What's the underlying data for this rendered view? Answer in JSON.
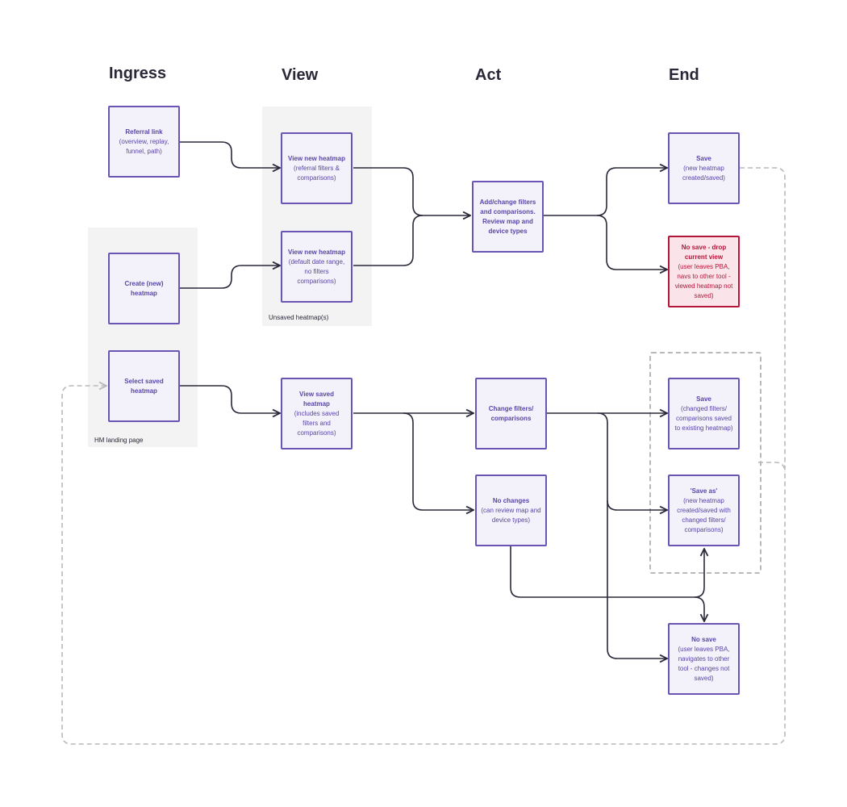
{
  "headings": {
    "ingress": "Ingress",
    "view": "View",
    "act": "Act",
    "end": "End"
  },
  "groups": {
    "unsaved": "Unsaved heatmap(s)",
    "landing": "HM landing page"
  },
  "nodes": {
    "referral": {
      "title": "Referral link",
      "desc": "(overview, replay, funnel, path)"
    },
    "create": {
      "title": "Create (new) heatmap",
      "desc": ""
    },
    "select_saved": {
      "title": "Select saved heatmap",
      "desc": ""
    },
    "view_new_referral": {
      "title": "View new heatmap",
      "desc": "(referral filters & comparisons)"
    },
    "view_new_default": {
      "title": "View new heatmap",
      "desc": "(default date range, no filters comparisons)"
    },
    "view_saved": {
      "title": "View saved heatmap",
      "desc": "(includes saved filters and comparisons)"
    },
    "add_change": {
      "title": "Add/change filters and comparisons. Review map and device types",
      "desc": ""
    },
    "change_filters": {
      "title": "Change filters/ comparisons",
      "desc": ""
    },
    "no_changes": {
      "title": "No changes",
      "desc": "(can review map and device types)"
    },
    "save_new": {
      "title": "Save",
      "desc": "(new heatmap created/saved)"
    },
    "no_save_drop": {
      "title": "No save - drop current view",
      "desc": "(user leaves PBA, navs to other tool - viewed heatmap not saved)"
    },
    "save_existing": {
      "title": "Save",
      "desc": "(changed filters/ comparisons saved to existing heatmap)"
    },
    "save_as": {
      "title": "'Save as'",
      "desc": "(new heatmap created/saved with changed filters/ comparisons)"
    },
    "no_save": {
      "title": "No save",
      "desc": "(user leaves PBA, navigates to other tool - changes not saved)"
    }
  },
  "colors": {
    "node_border": "#6a55b4",
    "node_fill": "#f3f1fa",
    "danger_border": "#b4173a",
    "danger_fill": "#fbe4e9",
    "connector": "#2a2838",
    "dashed": "#b9b9bd",
    "group_fill": "#f3f3f4"
  }
}
